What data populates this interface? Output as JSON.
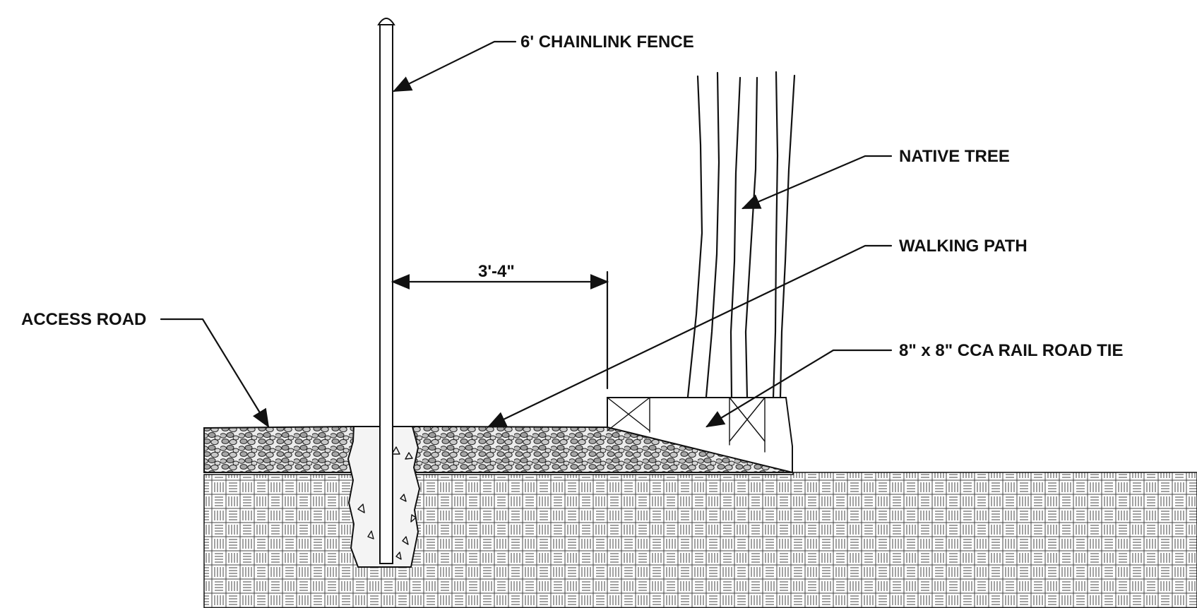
{
  "labels": {
    "fence": "6' CHAINLINK FENCE",
    "tree": "NATIVE TREE",
    "path": "WALKING PATH",
    "road": "ACCESS ROAD",
    "tie": "8\" x 8\" CCA RAIL ROAD TIE",
    "dimension": "3'-4\""
  },
  "colors": {
    "ink": "#111111",
    "paper": "#ffffff",
    "gravel_fill": "#d9d9d9"
  }
}
